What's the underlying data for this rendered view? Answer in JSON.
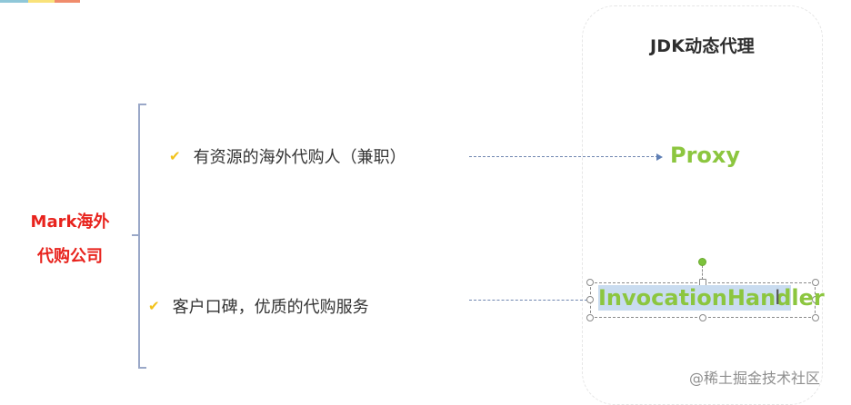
{
  "strip_colors": [
    "#8fc7d8",
    "#f9e27a",
    "#f08c6c"
  ],
  "region": {
    "title": "JDK动态代理"
  },
  "company": {
    "line1": "Mark海外",
    "line2": "代购公司",
    "color": "#e8231d"
  },
  "bullets": [
    {
      "icon": "check-icon",
      "glyph": "✔",
      "text": "有资源的海外代购人（兼职）"
    },
    {
      "icon": "check-icon",
      "glyph": "✔",
      "text": "客户口碑，优质的代购服务"
    }
  ],
  "targets": {
    "proxy": "Proxy",
    "handler_selected": "InvocationHand",
    "handler_rest": "ler",
    "accent_color": "#8cc63f"
  },
  "cursor": {
    "glyph": "I"
  },
  "watermark": "@稀土掘金技术社区"
}
